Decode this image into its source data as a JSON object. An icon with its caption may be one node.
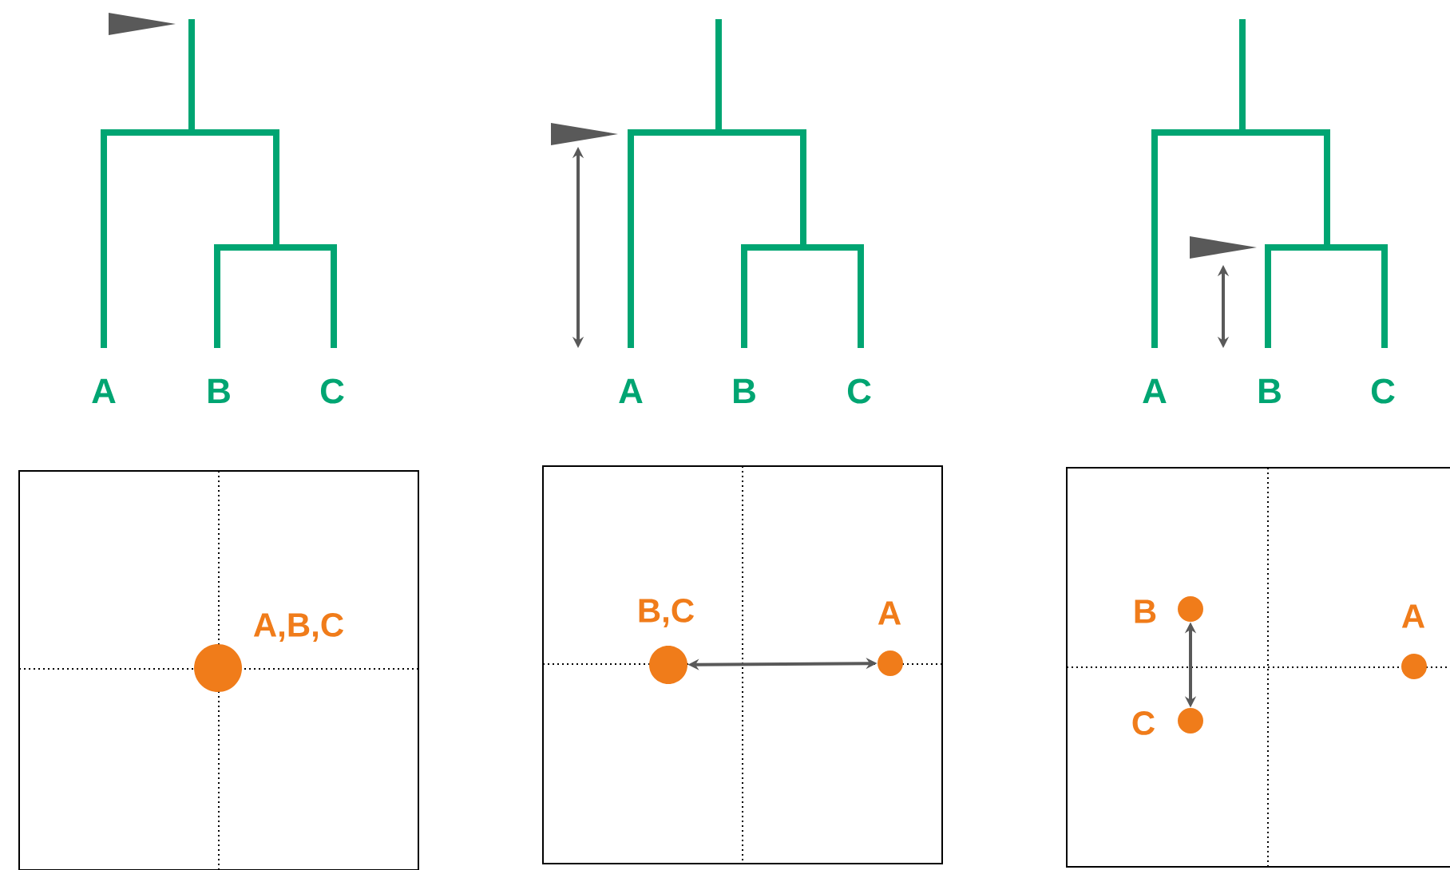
{
  "diagram": {
    "nodes": [
      {
        "text": [],
        "shape": "box"
      },
      {
        "text": [],
        "shape": "circle",
        "in": 0,
        "beside": [
          "A,B,C"
        ]
      },
      {
        "text": [],
        "shape": "box"
      },
      {
        "text": [],
        "shape": "circle",
        "in": 2,
        "beside": [
          "B,C"
        ]
      },
      {
        "text": [],
        "shape": "circle",
        "in": 2,
        "beside": [
          "A"
        ]
      },
      {
        "text": [],
        "shape": "box"
      },
      {
        "text": [],
        "shape": "circle",
        "in": 5,
        "beside": [
          "B"
        ]
      },
      {
        "text": [],
        "shape": "circle",
        "in": 5,
        "beside": [
          "C"
        ]
      },
      {
        "text": [],
        "shape": "circle",
        "in": 5,
        "beside": [
          "A"
        ]
      }
    ],
    "edges": [
      {
        "from": 3,
        "to": 4,
        "arrow": "both"
      },
      {
        "from": 6,
        "to": 7,
        "arrow": "both"
      }
    ],
    "labels": [
      "A",
      "B",
      "C",
      "A",
      "B",
      "C",
      "A",
      "B",
      "C"
    ]
  }
}
